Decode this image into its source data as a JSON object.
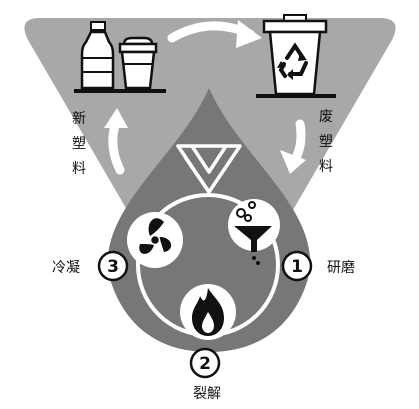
{
  "cycle": {
    "left_label": [
      "新",
      "塑",
      "料"
    ],
    "right_label": [
      "废",
      "塑",
      "料"
    ]
  },
  "steps": [
    {
      "number": "1",
      "label": "研磨",
      "icon": "funnel-icon"
    },
    {
      "number": "2",
      "label": "裂解",
      "icon": "flame-icon"
    },
    {
      "number": "3",
      "label": "冷凝",
      "icon": "fan-icon"
    }
  ],
  "top_icons": {
    "left": "bottle-and-cup-icon",
    "right": "recycle-bin-icon",
    "center": "logo-icon"
  },
  "colors": {
    "triangle": "#a8a8a8",
    "drop": "#777777",
    "icon_dark": "#111111",
    "badge_fill": "#ffffff"
  }
}
